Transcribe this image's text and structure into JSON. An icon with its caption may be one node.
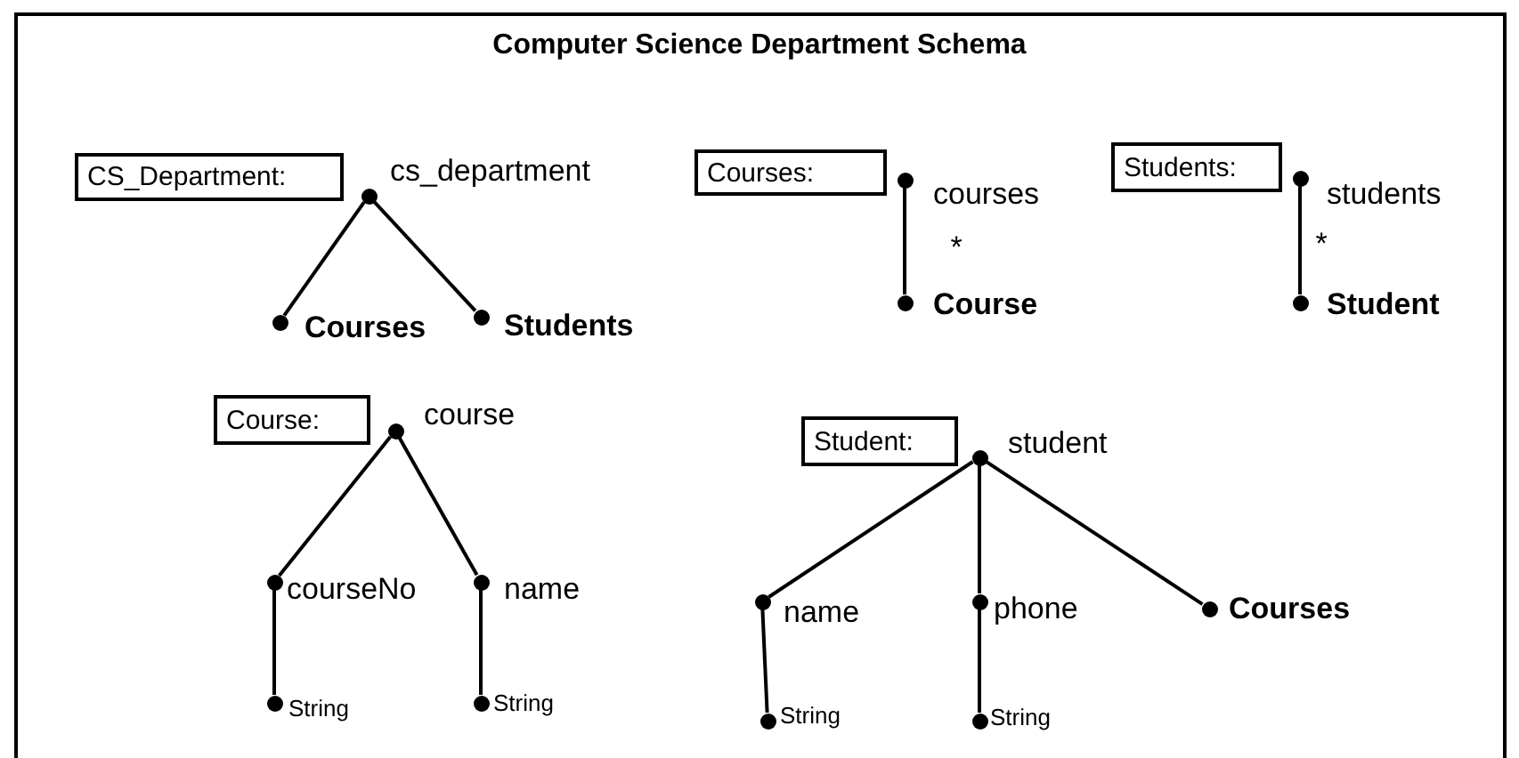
{
  "diagram": {
    "title": "Computer Science Department Schema",
    "nodes": [
      {
        "text": [
          "CS_Department:"
        ]
      },
      {
        "text": [],
        "shape": "circle",
        "beside": [
          "cs_department"
        ]
      },
      {
        "text": [],
        "shape": "circle",
        "beside": [
          "Courses"
        ]
      },
      {
        "text": [],
        "shape": "circle",
        "beside": [
          "Students"
        ]
      },
      {
        "text": [
          "Courses:"
        ]
      },
      {
        "text": [],
        "shape": "circle",
        "beside": [
          "courses"
        ]
      },
      {
        "text": [],
        "shape": "circle",
        "beside": [
          "Course"
        ]
      },
      {
        "text": [
          "Students:"
        ]
      },
      {
        "text": [],
        "shape": "circle",
        "beside": [
          "students"
        ]
      },
      {
        "text": [],
        "shape": "circle",
        "beside": [
          "Student"
        ]
      },
      {
        "text": [
          "Course:"
        ]
      },
      {
        "text": [],
        "shape": "circle",
        "beside": [
          "course"
        ]
      },
      {
        "text": [],
        "shape": "circle",
        "beside": [
          "courseNo"
        ]
      },
      {
        "text": [],
        "shape": "circle",
        "beside": [
          "name"
        ]
      },
      {
        "text": [],
        "shape": "circle",
        "beside": [
          "String"
        ]
      },
      {
        "text": [],
        "shape": "circle",
        "beside": [
          "String"
        ]
      },
      {
        "text": [
          "Student:"
        ]
      },
      {
        "text": [],
        "shape": "circle",
        "beside": [
          "student"
        ]
      },
      {
        "text": [],
        "shape": "circle",
        "beside": [
          "name"
        ]
      },
      {
        "text": [],
        "shape": "circle",
        "beside": [
          "phone"
        ]
      },
      {
        "text": [],
        "shape": "circle",
        "beside": [
          "Courses"
        ]
      },
      {
        "text": [],
        "shape": "circle",
        "beside": [
          "String"
        ]
      },
      {
        "text": [],
        "shape": "circle",
        "beside": [
          "String"
        ]
      }
    ],
    "edges": [
      {
        "from": 1,
        "to": 2,
        "arrow": "none"
      },
      {
        "from": 1,
        "to": 3,
        "arrow": "none"
      },
      {
        "from": 5,
        "to": 6,
        "arrow": "none",
        "label": "*"
      },
      {
        "from": 8,
        "to": 9,
        "arrow": "none",
        "label": "*"
      },
      {
        "from": 11,
        "to": 12,
        "arrow": "none"
      },
      {
        "from": 11,
        "to": 13,
        "arrow": "none"
      },
      {
        "from": 12,
        "to": 14,
        "arrow": "none"
      },
      {
        "from": 13,
        "to": 15,
        "arrow": "none"
      },
      {
        "from": 17,
        "to": 18,
        "arrow": "none"
      },
      {
        "from": 17,
        "to": 19,
        "arrow": "none"
      },
      {
        "from": 17,
        "to": 20,
        "arrow": "none"
      },
      {
        "from": 18,
        "to": 21,
        "arrow": "none"
      },
      {
        "from": 19,
        "to": 22,
        "arrow": "none"
      }
    ]
  }
}
